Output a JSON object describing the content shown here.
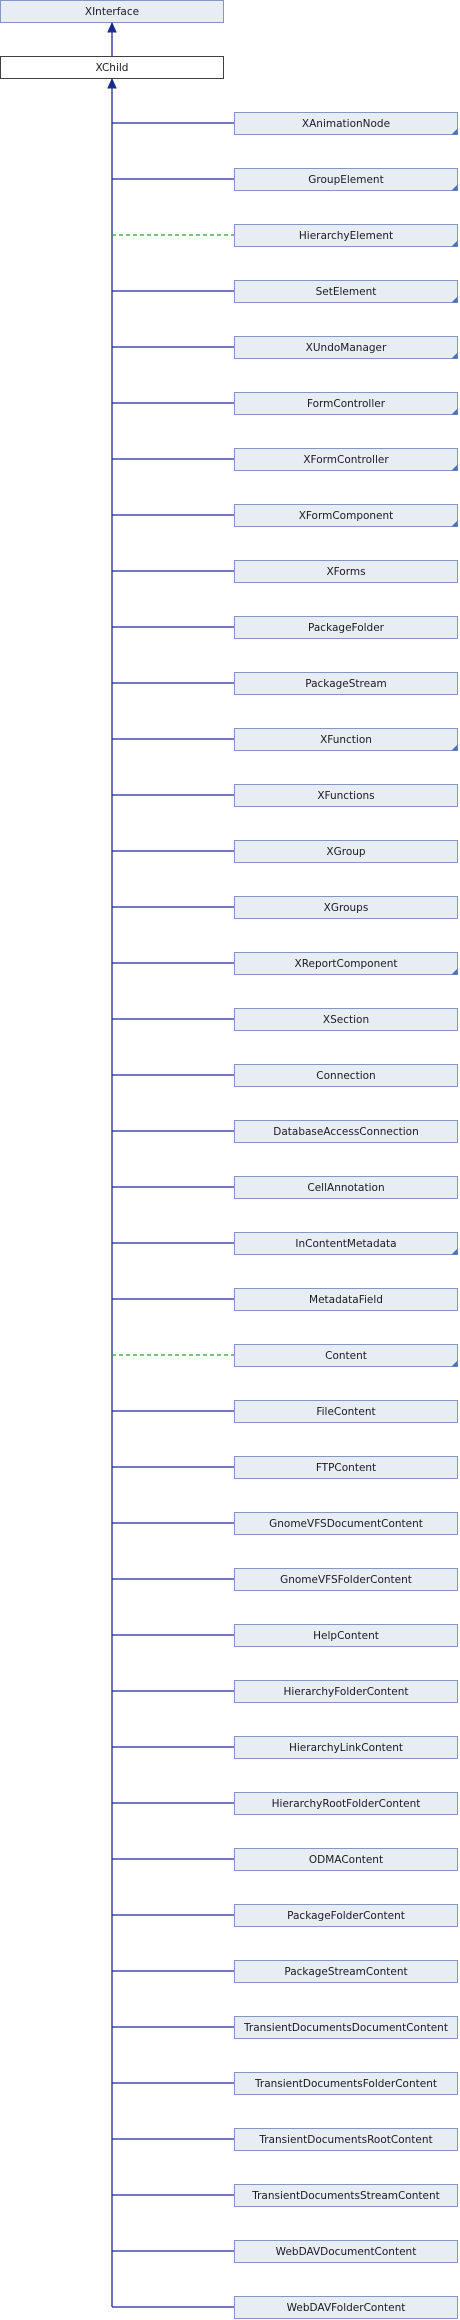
{
  "root": {
    "label": "XInterface"
  },
  "current": {
    "label": "XChild"
  },
  "children": [
    {
      "label": "XAnimationNode",
      "dashed": false,
      "folded": true
    },
    {
      "label": "GroupElement",
      "dashed": false,
      "folded": true
    },
    {
      "label": "HierarchyElement",
      "dashed": true,
      "folded": true
    },
    {
      "label": "SetElement",
      "dashed": false,
      "folded": true
    },
    {
      "label": "XUndoManager",
      "dashed": false,
      "folded": true
    },
    {
      "label": "FormController",
      "dashed": false,
      "folded": true
    },
    {
      "label": "XFormController",
      "dashed": false,
      "folded": true
    },
    {
      "label": "XFormComponent",
      "dashed": false,
      "folded": true
    },
    {
      "label": "XForms",
      "dashed": false,
      "folded": false
    },
    {
      "label": "PackageFolder",
      "dashed": false,
      "folded": false
    },
    {
      "label": "PackageStream",
      "dashed": false,
      "folded": false
    },
    {
      "label": "XFunction",
      "dashed": false,
      "folded": true
    },
    {
      "label": "XFunctions",
      "dashed": false,
      "folded": false
    },
    {
      "label": "XGroup",
      "dashed": false,
      "folded": false
    },
    {
      "label": "XGroups",
      "dashed": false,
      "folded": false
    },
    {
      "label": "XReportComponent",
      "dashed": false,
      "folded": true
    },
    {
      "label": "XSection",
      "dashed": false,
      "folded": false
    },
    {
      "label": "Connection",
      "dashed": false,
      "folded": false
    },
    {
      "label": "DatabaseAccessConnection",
      "dashed": false,
      "folded": false
    },
    {
      "label": "CellAnnotation",
      "dashed": false,
      "folded": false
    },
    {
      "label": "InContentMetadata",
      "dashed": false,
      "folded": true
    },
    {
      "label": "MetadataField",
      "dashed": false,
      "folded": false
    },
    {
      "label": "Content",
      "dashed": true,
      "folded": true
    },
    {
      "label": "FileContent",
      "dashed": false,
      "folded": false
    },
    {
      "label": "FTPContent",
      "dashed": false,
      "folded": false
    },
    {
      "label": "GnomeVFSDocumentContent",
      "dashed": false,
      "folded": false
    },
    {
      "label": "GnomeVFSFolderContent",
      "dashed": false,
      "folded": false
    },
    {
      "label": "HelpContent",
      "dashed": false,
      "folded": false
    },
    {
      "label": "HierarchyFolderContent",
      "dashed": false,
      "folded": false
    },
    {
      "label": "HierarchyLinkContent",
      "dashed": false,
      "folded": false
    },
    {
      "label": "HierarchyRootFolderContent",
      "dashed": false,
      "folded": false
    },
    {
      "label": "ODMAContent",
      "dashed": false,
      "folded": false
    },
    {
      "label": "PackageFolderContent",
      "dashed": false,
      "folded": false
    },
    {
      "label": "PackageStreamContent",
      "dashed": false,
      "folded": false
    },
    {
      "label": "TransientDocumentsDocumentContent",
      "dashed": false,
      "folded": false
    },
    {
      "label": "TransientDocumentsFolderContent",
      "dashed": false,
      "folded": false
    },
    {
      "label": "TransientDocumentsRootContent",
      "dashed": false,
      "folded": false
    },
    {
      "label": "TransientDocumentsStreamContent",
      "dashed": false,
      "folded": false
    },
    {
      "label": "WebDAVDocumentContent",
      "dashed": false,
      "folded": false
    },
    {
      "label": "WebDAVFolderContent",
      "dashed": false,
      "folded": false
    }
  ]
}
